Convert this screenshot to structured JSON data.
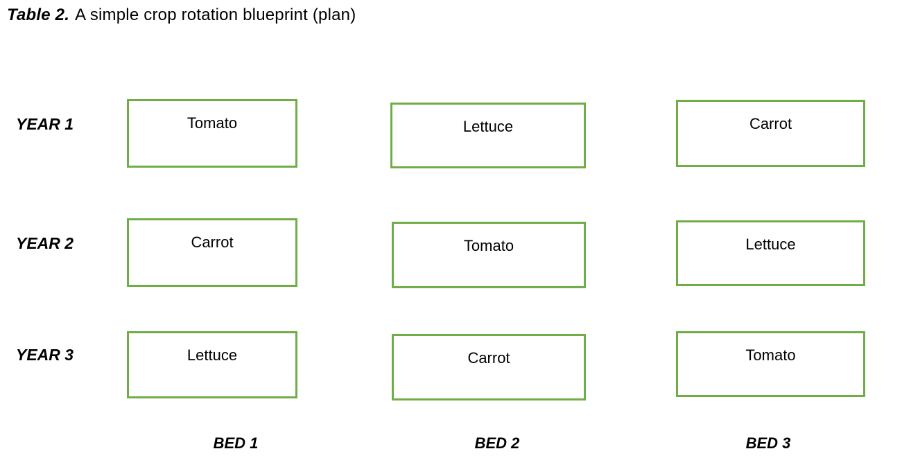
{
  "caption": {
    "label": "Table 2.",
    "text": "A simple crop rotation blueprint (plan)"
  },
  "colors": {
    "box_border": "#70ad47",
    "text": "#000000",
    "background": "#ffffff"
  },
  "table": {
    "rows": [
      {
        "label": "YEAR 1",
        "cells": [
          "Tomato",
          "Lettuce",
          "Carrot"
        ]
      },
      {
        "label": "YEAR 2",
        "cells": [
          "Carrot",
          "Tomato",
          "Lettuce"
        ]
      },
      {
        "label": "YEAR 3",
        "cells": [
          "Lettuce",
          "Carrot",
          "Tomato"
        ]
      }
    ],
    "column_labels": [
      "BED 1",
      "BED 2",
      "BED 3"
    ]
  }
}
